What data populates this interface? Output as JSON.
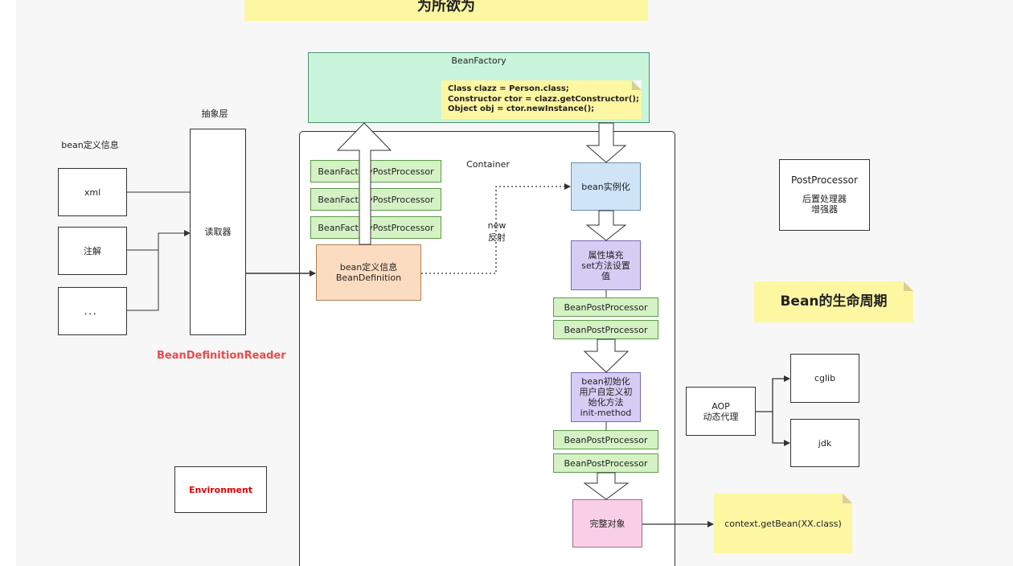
{
  "top_banner": {
    "text": "为所欲为"
  },
  "bean_factory": {
    "title": "BeanFactory",
    "code": "Class clazz = Person.class;\nConstructor ctor = clazz.getConstructor();\nObject obj = ctor.newInstance();"
  },
  "container": {
    "label": "Container"
  },
  "left": {
    "bean_def_info_label": "bean定义信息",
    "abstraction_label": "抽象层",
    "xml": "xml",
    "annotation": "注解",
    "ellipsis": "．．．",
    "reader": "读取器",
    "reader_caption": "BeanDefinitionReader",
    "environment": "Environment"
  },
  "factory_post_processors": [
    "BeanFactoryPostProcessor",
    "BeanFactoryPostProcessor",
    "BeanFactoryPostProcessor"
  ],
  "bean_definition": {
    "text": "bean定义信息\nBeanDefinition"
  },
  "new_reflect": {
    "text": "new\n反射"
  },
  "lifecycle": {
    "instantiate": "bean实例化",
    "populate": "属性填充\nset方法设置\n值",
    "bpp_before": [
      "BeanPostProcessor",
      "BeanPostProcessor"
    ],
    "init": "bean初始化\n用户自定义初\n始化方法\ninit-method",
    "bpp_after": [
      "BeanPostProcessor",
      "BeanPostProcessor"
    ],
    "complete": "完整对象"
  },
  "get_bean": {
    "text": "context.getBean(XX.class)"
  },
  "post_processor": {
    "title": "PostProcessor",
    "desc": "后置处理器\n增强器"
  },
  "lifecycle_title": {
    "text": "Bean的生命周期"
  },
  "aop": {
    "title": "AOP",
    "desc": "动态代理",
    "cglib": "cglib",
    "jdk": "jdk"
  },
  "colors": {
    "note_yellow": "#fdf7a2",
    "factory_mint": "#c8f5dc",
    "processor_green": "#d5f2c4",
    "instantiate_blue": "#cfe4f6",
    "init_purple": "#d7cdf4",
    "definition_peach": "#fcdcc0",
    "complete_pink": "#f9cfe7",
    "reader_caption_red": "#e94b4b",
    "environment_red": "#e00000"
  }
}
